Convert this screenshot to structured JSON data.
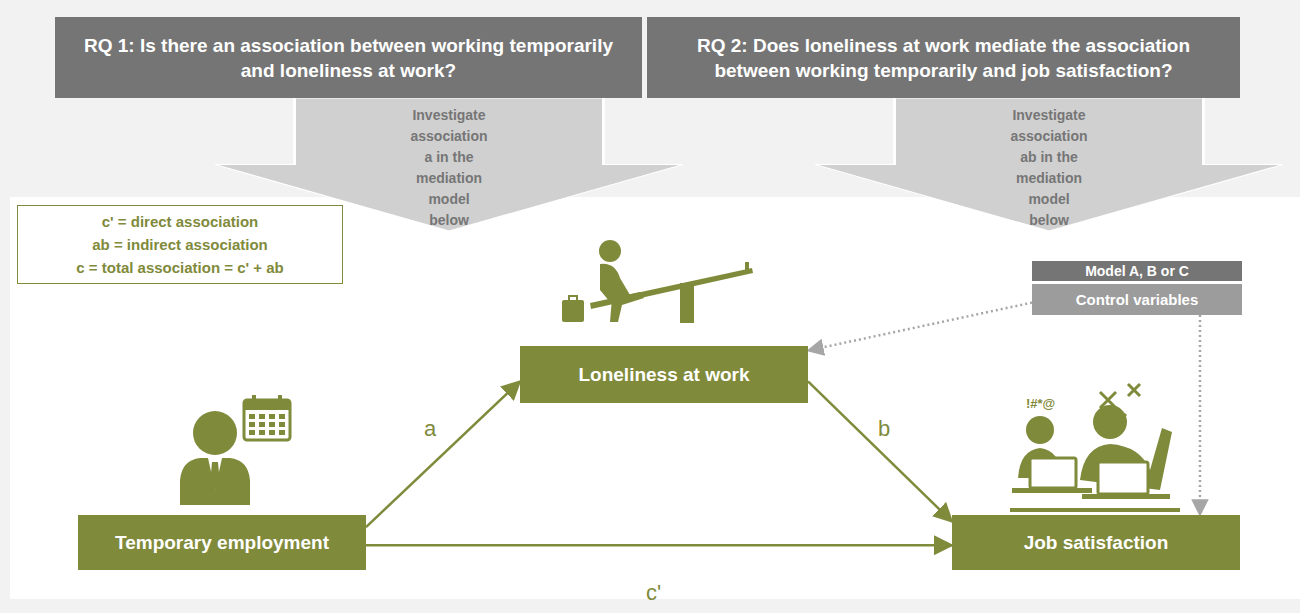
{
  "diagram": {
    "nodes": [
      {
        "text": [
          "RQ 1: Is there an association between working temporarily and loneliness at work?"
        ]
      },
      {
        "text": [
          "RQ 2: Does loneliness at work mediate the association between working temporarily and job satisfaction?"
        ]
      },
      {
        "text": [
          "Investigate association a in the mediation model below"
        ]
      },
      {
        "text": [
          "Investigate association ab in the mediation model below"
        ]
      },
      {
        "text": [
          "c' = direct association",
          "ab = indirect association",
          "c = total association = c' + ab"
        ]
      },
      {
        "text": [
          "Model A, B or C"
        ]
      },
      {
        "text": [
          "Control variables"
        ]
      },
      {
        "text": [
          "Loneliness at work"
        ]
      },
      {
        "text": [
          "Temporary employment"
        ]
      },
      {
        "text": [
          "Job satisfaction"
        ]
      }
    ],
    "edges": [
      {
        "from": 8,
        "to": 7,
        "arrow": "to",
        "label": "a"
      },
      {
        "from": 7,
        "to": 9,
        "arrow": "to",
        "label": "b"
      },
      {
        "from": 8,
        "to": 9,
        "arrow": "to",
        "label": "c'"
      },
      {
        "from": 6,
        "to": 7,
        "arrow": "to"
      },
      {
        "from": 6,
        "to": 9,
        "arrow": "to"
      }
    ],
    "labels": [
      "!#*@"
    ]
  }
}
